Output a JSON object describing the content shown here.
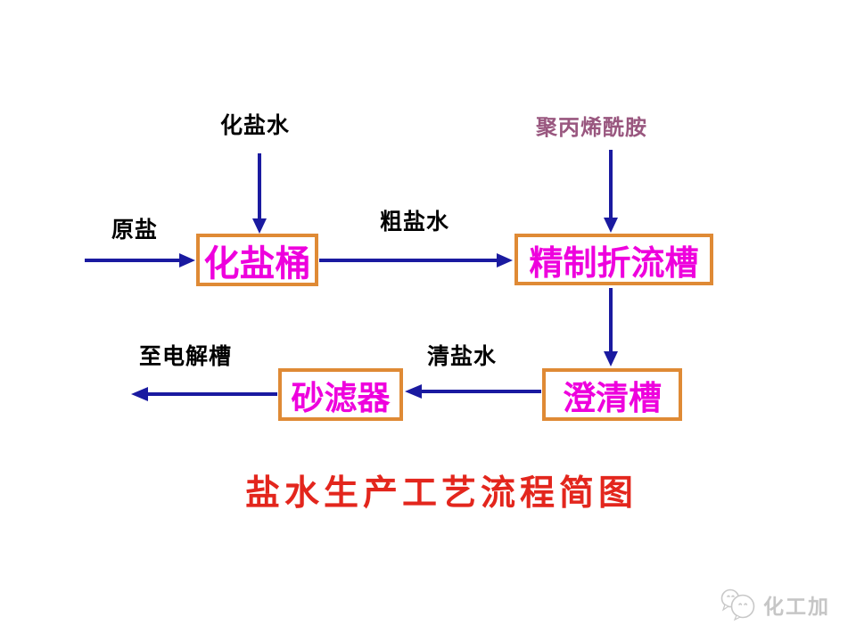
{
  "flowchart": {
    "title": "盐水生产工艺流程简图",
    "nodes": {
      "salt_dissolver": "化盐桶",
      "refining_baffle_tank": "精制折流槽",
      "sand_filter": "砂滤器",
      "clarifier": "澄清槽"
    },
    "inputs": {
      "dissolving_water": "化盐水",
      "polyacrylamide": "聚丙烯酰胺",
      "raw_salt": "原盐"
    },
    "streams": {
      "crude_brine": "粗盐水",
      "clear_brine": "清盐水",
      "to_electrolyzer": "至电解槽"
    },
    "colors": {
      "arrow_navy": "#1A1AA0",
      "box_border_orange": "#DF8A35",
      "box_text_magenta": "#EE00DD",
      "label_black": "#000000",
      "polyacrylamide_mauve": "#99577F",
      "title_red": "#E3261D",
      "watermark_gray": "#C6C6C6"
    }
  },
  "watermark": {
    "brand": "化工加"
  }
}
